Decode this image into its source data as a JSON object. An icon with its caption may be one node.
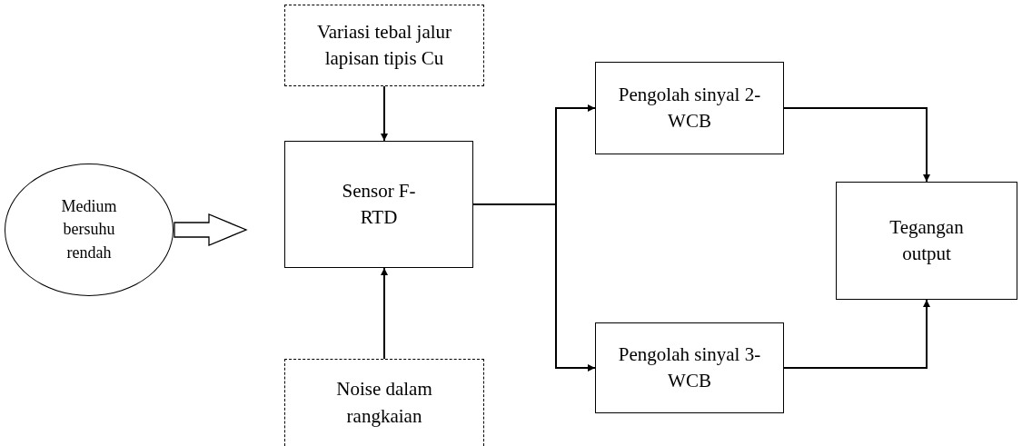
{
  "diagram": {
    "nodes": [
      {
        "text": [
          "Medium bersuhu rendah"
        ]
      },
      {
        "text": [
          "Variasi tebal jalur lapisan tipis Cu"
        ]
      },
      {
        "text": [
          "Sensor F- RTD"
        ]
      },
      {
        "text": [
          "Noise dalam rangkaian"
        ]
      },
      {
        "text": [
          "Pengolah sinyal 2-WCB"
        ]
      },
      {
        "text": [
          "Pengolah sinyal 3-WCB"
        ]
      },
      {
        "text": [
          "Tegangan output"
        ]
      }
    ],
    "edges": [
      {
        "from": 0,
        "to": 2,
        "arrow": "to",
        "style": "thick"
      },
      {
        "from": 1,
        "to": 2,
        "arrow": "to"
      },
      {
        "from": 3,
        "to": 2,
        "arrow": "to"
      },
      {
        "from": 2,
        "to": 4,
        "arrow": "to"
      },
      {
        "from": 2,
        "to": 5,
        "arrow": "to"
      },
      {
        "from": 4,
        "to": 6,
        "arrow": "to"
      },
      {
        "from": 5,
        "to": 6,
        "arrow": "to"
      }
    ]
  }
}
